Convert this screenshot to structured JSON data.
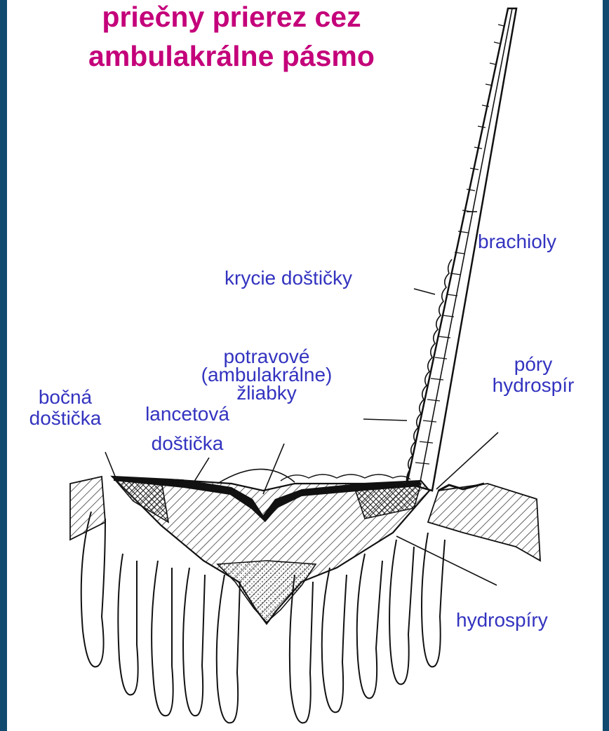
{
  "title": {
    "line1": "priečny prierez cez",
    "line2": "ambulakrálne pásmo"
  },
  "labels": {
    "brachioly": "brachioly",
    "krycie": "krycie doštičky",
    "potravove_1": "potravové",
    "potravove_2": "(ambulakrálne)",
    "potravove_3": "žliabky",
    "pory_1": "póry",
    "pory_2": "hydrospír",
    "bocna_1": "bočná",
    "bocna_2": "doštička",
    "lancetova_1": "lancetová",
    "lancetova_2": "doštička",
    "hydrospiry": "hydrospíry"
  },
  "colors": {
    "title": "#c4007a",
    "label": "#3333c0",
    "edge": "#114a6e"
  }
}
